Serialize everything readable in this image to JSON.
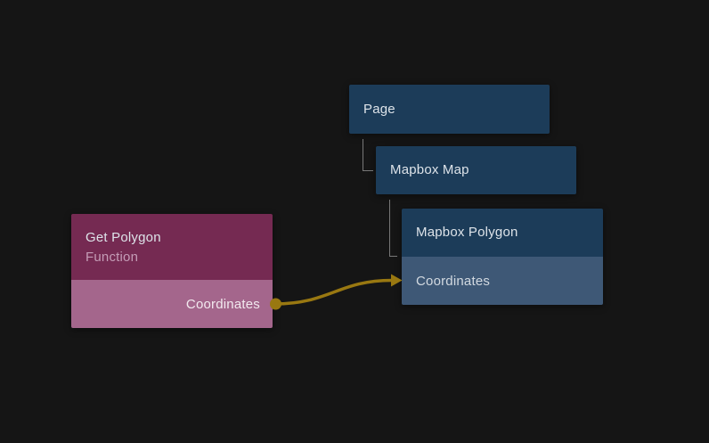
{
  "colors": {
    "background": "#151515",
    "node-blue": "#1c3c59",
    "node-blue-row": "#3e5876",
    "node-magenta": "#752a52",
    "node-magenta-row": "#a4668c",
    "connection-gold": "#997811",
    "tree-line": "#787878",
    "title-text": "#dde3e9",
    "subtitle-text": "#c49cb6",
    "row-text-blue": "#d2d9e0",
    "row-text-magenta": "#f2e9ef"
  },
  "canvas": {
    "nodes": {
      "page": {
        "title": "Page"
      },
      "mapbox_map": {
        "title": "Mapbox Map"
      },
      "mapbox_polygon": {
        "title": "Mapbox Polygon",
        "input_port": {
          "label": "Coordinates"
        }
      },
      "get_polygon": {
        "title": "Get Polygon",
        "subtitle": "Function",
        "output_port": {
          "label": "Coordinates"
        }
      }
    },
    "connection": {
      "from_node": "Get Polygon",
      "from_port": "Coordinates",
      "to_node": "Mapbox Polygon",
      "to_port": "Coordinates"
    }
  }
}
